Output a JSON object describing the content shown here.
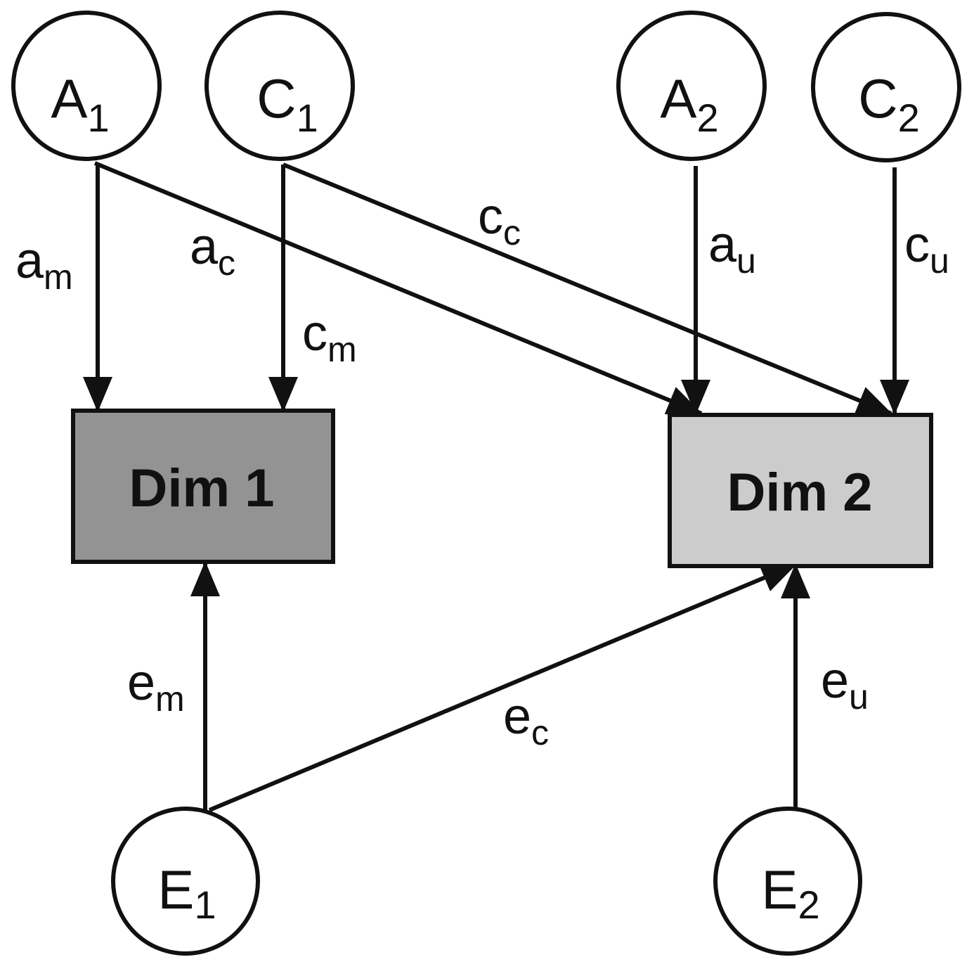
{
  "colors": {
    "stroke": "#111111",
    "node_fill": "#ffffff",
    "dim1_fill": "#939393",
    "dim2_fill": "#cccccc"
  },
  "latent_factors": [
    {
      "id": "A1",
      "letter": "A",
      "subscript": "1"
    },
    {
      "id": "C1",
      "letter": "C",
      "subscript": "1"
    },
    {
      "id": "A2",
      "letter": "A",
      "subscript": "2"
    },
    {
      "id": "C2",
      "letter": "C",
      "subscript": "2"
    },
    {
      "id": "E1",
      "letter": "E",
      "subscript": "1"
    },
    {
      "id": "E2",
      "letter": "E",
      "subscript": "2"
    }
  ],
  "observed_dimensions": [
    {
      "id": "dim1",
      "label": "Dim 1"
    },
    {
      "id": "dim2",
      "label": "Dim 2"
    }
  ],
  "paths": [
    {
      "id": "am",
      "from": "A1",
      "to": "dim1",
      "letter": "a",
      "subscript": "m"
    },
    {
      "id": "ac",
      "from": "A1",
      "to": "dim2",
      "letter": "a",
      "subscript": "c"
    },
    {
      "id": "cm",
      "from": "C1",
      "to": "dim1",
      "letter": "c",
      "subscript": "m"
    },
    {
      "id": "cc",
      "from": "C1",
      "to": "dim2",
      "letter": "c",
      "subscript": "c"
    },
    {
      "id": "au",
      "from": "A2",
      "to": "dim2",
      "letter": "a",
      "subscript": "u"
    },
    {
      "id": "cu",
      "from": "C2",
      "to": "dim2",
      "letter": "c",
      "subscript": "u"
    },
    {
      "id": "em",
      "from": "E1",
      "to": "dim1",
      "letter": "e",
      "subscript": "m"
    },
    {
      "id": "ec",
      "from": "E1",
      "to": "dim2",
      "letter": "e",
      "subscript": "c"
    },
    {
      "id": "eu",
      "from": "E2",
      "to": "dim2",
      "letter": "e",
      "subscript": "u"
    }
  ]
}
